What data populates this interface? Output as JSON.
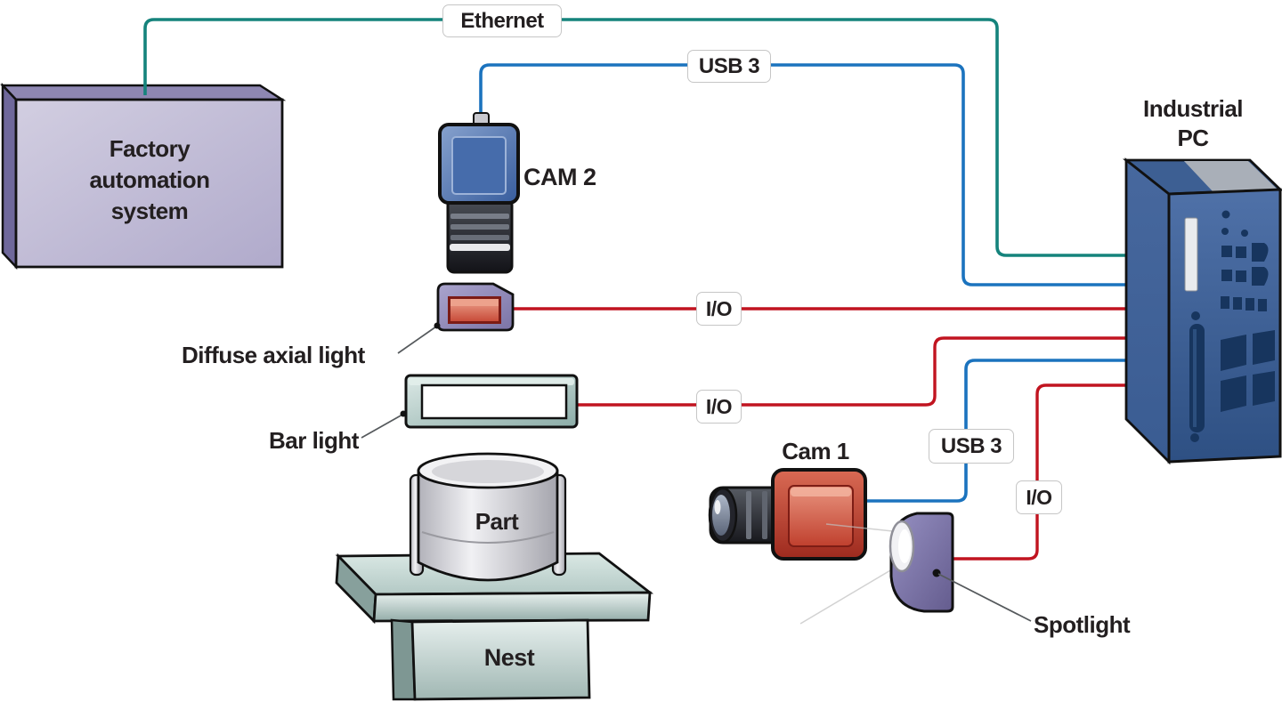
{
  "diagram": {
    "nodes": {
      "factory": {
        "label": "Factory\nautomation\nsystem"
      },
      "cam2": {
        "label": "CAM 2"
      },
      "cam1": {
        "label": "Cam 1"
      },
      "industrial_pc": {
        "label": "Industrial\nPC"
      },
      "diffuse_axial_light": {
        "label": "Diffuse axial light"
      },
      "bar_light": {
        "label": "Bar light"
      },
      "part": {
        "label": "Part"
      },
      "nest": {
        "label": "Nest"
      },
      "spotlight": {
        "label": "Spotlight"
      }
    },
    "cable_labels": {
      "ethernet": "Ethernet",
      "usb3_cam2": "USB 3",
      "usb3_cam1": "USB 3",
      "io_diffuse": "I/O",
      "io_bar": "I/O",
      "io_spotlight": "I/O"
    },
    "connections": [
      {
        "from": "Factory automation system",
        "to": "Industrial PC",
        "label": "Ethernet",
        "color": "#15837c"
      },
      {
        "from": "CAM 2",
        "to": "Industrial PC",
        "label": "USB 3",
        "color": "#1b73be"
      },
      {
        "from": "Diffuse axial light",
        "to": "Industrial PC",
        "label": "I/O",
        "color": "#c11420"
      },
      {
        "from": "Bar light",
        "to": "Industrial PC",
        "label": "I/O",
        "color": "#c11420"
      },
      {
        "from": "Cam 1",
        "to": "Industrial PC",
        "label": "USB 3",
        "color": "#1b73be"
      },
      {
        "from": "Spotlight",
        "to": "Industrial PC",
        "label": "I/O",
        "color": "#c11420"
      }
    ],
    "colors": {
      "ethernet": "#15837c",
      "usb": "#1b73be",
      "io": "#c11420",
      "text": "#231f20"
    }
  }
}
